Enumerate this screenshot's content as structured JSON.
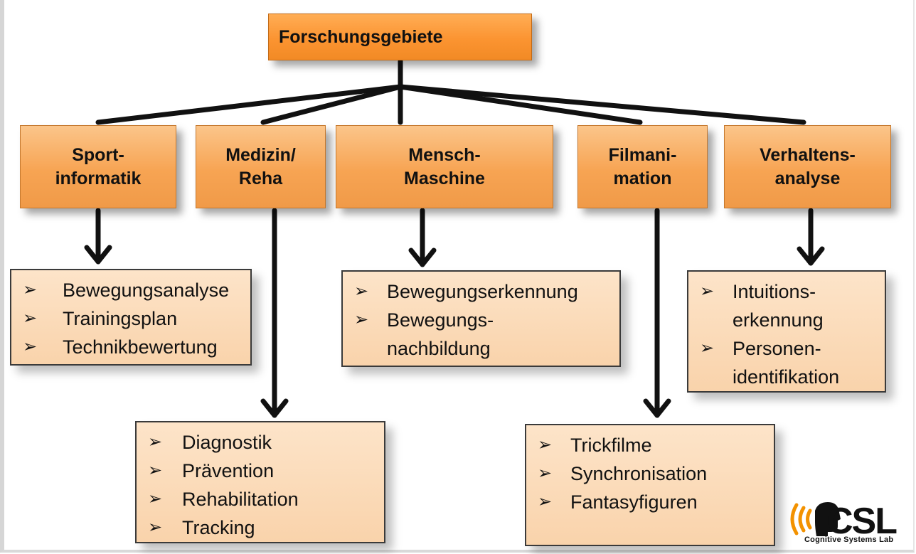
{
  "root": {
    "label": "Forschungsgebiete"
  },
  "categories": [
    {
      "id": "sport",
      "lines": [
        "Sport-",
        "informatik"
      ]
    },
    {
      "id": "medizin",
      "lines": [
        "Medizin/",
        "Reha"
      ]
    },
    {
      "id": "mensch",
      "lines": [
        "Mensch-",
        "Maschine"
      ]
    },
    {
      "id": "film",
      "lines": [
        "Filmani-",
        "mation"
      ]
    },
    {
      "id": "verhalten",
      "lines": [
        "Verhaltens-",
        "analyse"
      ]
    }
  ],
  "lists": {
    "sport": [
      "Bewegungsanalyse",
      "Trainingsplan",
      "Technikbewertung"
    ],
    "medizin": [
      "Diagnostik",
      "Prävention",
      "Rehabilitation",
      "Tracking"
    ],
    "mensch": [
      [
        "Bewegungserkennung"
      ],
      [
        "Bewegungs-",
        "nachbildung"
      ]
    ],
    "film": [
      "Trickfilme",
      "Synchronisation",
      "Fantasyfiguren"
    ],
    "verhalten": [
      [
        "Intuitions-",
        "erkennung"
      ],
      [
        "Personen-",
        "identifikation"
      ]
    ]
  },
  "bullet_glyph": "➢",
  "logo": {
    "text": "CSL",
    "subtitle": "Cognitive Systems Lab",
    "icon": "head-sound-waves-icon",
    "accent": "#f39200"
  },
  "colors": {
    "root": "#fb9431",
    "category": "#f7a453",
    "list": "#fbd9b5",
    "connector": "#111111"
  }
}
